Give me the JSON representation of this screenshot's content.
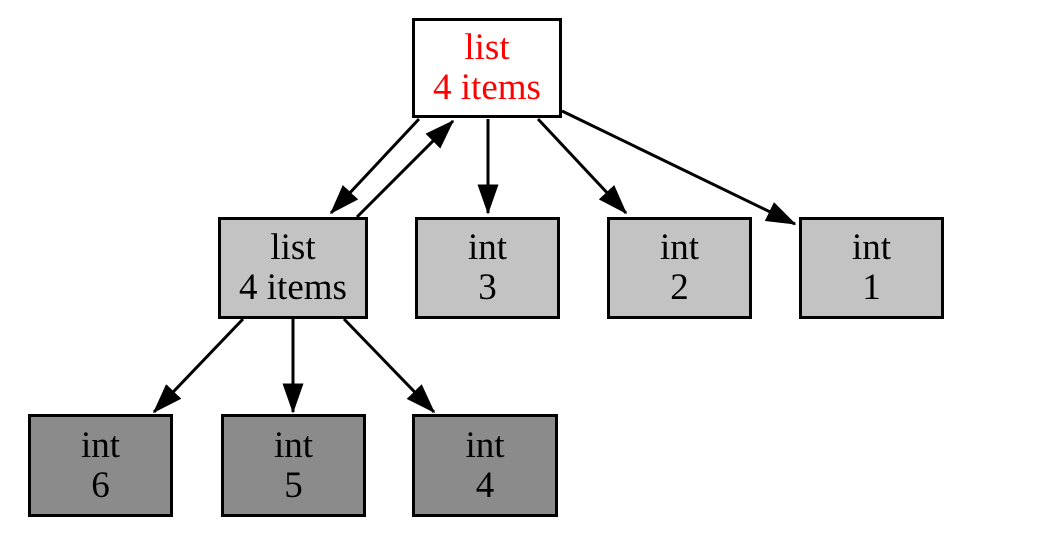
{
  "diagram": {
    "kind": "object-reference-graph",
    "background": "#ffffff",
    "colors": {
      "node_border": "#000000",
      "edge": "#000000",
      "root_fill": "#ffffff",
      "root_text": "#ff0000",
      "level1_fill": "#c3c3c3",
      "level2_fill": "#8b8b8b",
      "text": "#000000"
    },
    "nodes": {
      "root": {
        "line1": "list",
        "line2": "4 items"
      },
      "sublist": {
        "line1": "list",
        "line2": "4 items"
      },
      "int3": {
        "line1": "int",
        "line2": "3"
      },
      "int2": {
        "line1": "int",
        "line2": "2"
      },
      "int1": {
        "line1": "int",
        "line2": "1"
      },
      "int6": {
        "line1": "int",
        "line2": "6"
      },
      "int5": {
        "line1": "int",
        "line2": "5"
      },
      "int4": {
        "line1": "int",
        "line2": "4"
      }
    },
    "edges": [
      {
        "from": "root",
        "to": "sublist"
      },
      {
        "from": "sublist",
        "to": "root"
      },
      {
        "from": "root",
        "to": "int3"
      },
      {
        "from": "root",
        "to": "int2"
      },
      {
        "from": "root",
        "to": "int1"
      },
      {
        "from": "sublist",
        "to": "int6"
      },
      {
        "from": "sublist",
        "to": "int5"
      },
      {
        "from": "sublist",
        "to": "int4"
      }
    ]
  }
}
